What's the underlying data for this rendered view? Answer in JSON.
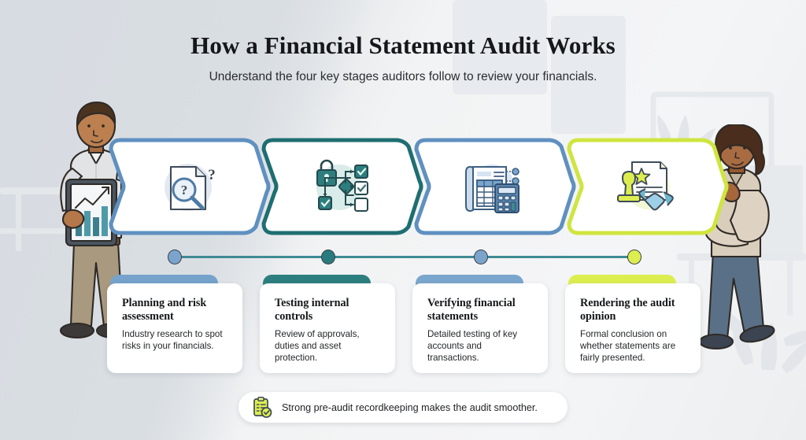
{
  "header": {
    "title": "How a Financial Statement Audit Works",
    "subtitle": "Understand the four key stages auditors follow to review your financials."
  },
  "colors": {
    "stage_blue": "#75a3cc",
    "stage_blue_border": "#6d9ccb",
    "stage_teal": "#2d7f7f",
    "stage_teal_border": "#277b7e",
    "stage_blue2": "#7aa6cd",
    "stage_lime": "#dcee4f",
    "stage_lime_border": "#d4e94a",
    "connector_line": "#3f8a94",
    "card_white": "#ffffff",
    "title_text": "#15171a",
    "body_text": "#232629",
    "background": "#eceef0"
  },
  "stages": [
    {
      "index": 1,
      "icon": "document-magnifier-question-icon",
      "accent": "#75a3cc",
      "accent_border": "#5f90c0",
      "dot_color": "#7ba4cd",
      "title": "Planning and risk assessment",
      "description": "Industry research to spot risks in your financials."
    },
    {
      "index": 2,
      "icon": "lock-flowchart-checklist-icon",
      "accent": "#2d7f7f",
      "accent_border": "#1f6e71",
      "dot_color": "#2a7b7f",
      "title": "Testing internal controls",
      "description": "Review of approvals, duties and asset protection."
    },
    {
      "index": 3,
      "icon": "spreadsheet-calculator-icon",
      "accent": "#7aa6cd",
      "accent_border": "#5f90c0",
      "dot_color": "#7ba4cd",
      "title": "Verifying financial statements",
      "description": "Detailed testing of key accounts and transactions."
    },
    {
      "index": 4,
      "icon": "certificate-stamp-handshake-icon",
      "accent": "#dcee4f",
      "accent_border": "#cfe53f",
      "dot_color": "#dcee4f",
      "title": "Rendering the audit opinion",
      "description": "Formal conclusion on whether statements are fairly presented."
    }
  ],
  "footer": {
    "icon": "clipboard-check-icon",
    "text": "Strong pre-audit recordkeeping makes the audit smoother."
  },
  "illustrations": {
    "left_person": "presenter-man-with-tablet-illustration",
    "right_person": "thinking-woman-illustration"
  }
}
